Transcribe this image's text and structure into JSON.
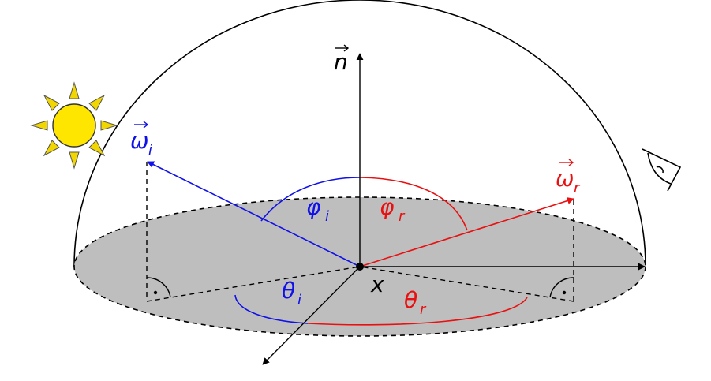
{
  "colors": {
    "incident": "#1010e8",
    "reflected": "#e81010",
    "black": "#000000",
    "disk_fill": "#bebebe",
    "sun_fill": "#ffe600",
    "sun_rays": "#f2d600"
  },
  "labels": {
    "normal": "n",
    "omega_i_base": "ω",
    "omega_i_sub": "i",
    "omega_r_base": "ω",
    "omega_r_sub": "r",
    "phi_i_base": "φ",
    "phi_i_sub": "i",
    "phi_r_base": "φ",
    "phi_r_sub": "r",
    "theta_i_base": "θ",
    "theta_i_sub": "i",
    "theta_r_base": "θ",
    "theta_r_sub": "r",
    "point": "x"
  },
  "icons": {
    "sun": "sun-icon",
    "eye": "eye-icon",
    "right_angle_marks": "right-angle-mark-icon"
  }
}
